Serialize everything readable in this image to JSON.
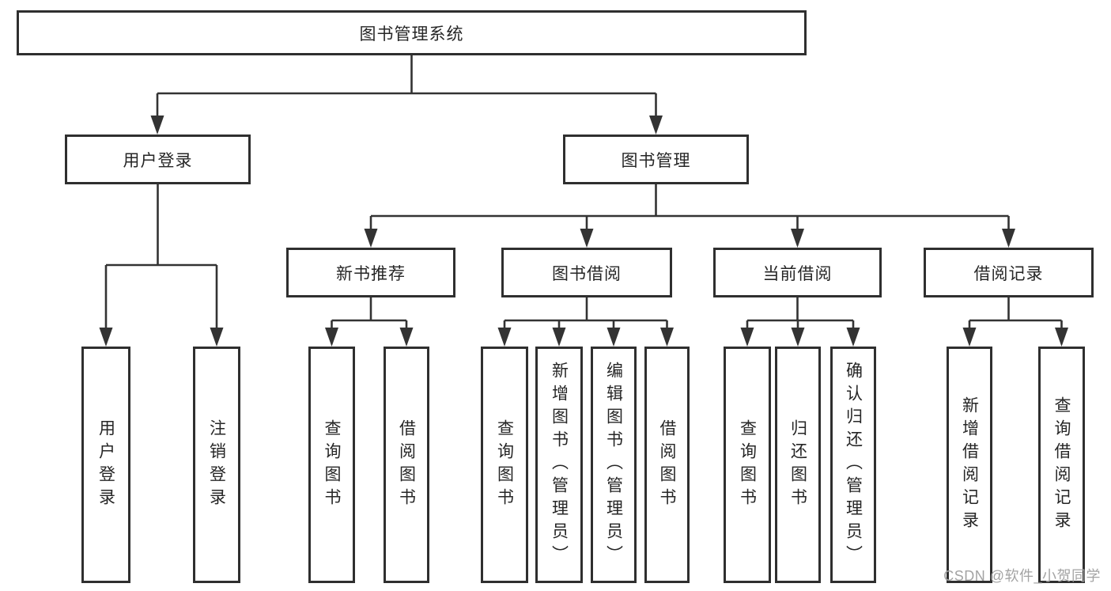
{
  "tree": {
    "label": "图书管理系统",
    "children": [
      {
        "label": "用户登录",
        "children": [
          {
            "label": "用户登录"
          },
          {
            "label": "注销登录"
          }
        ]
      },
      {
        "label": "图书管理",
        "children": [
          {
            "label": "新书推荐",
            "children": [
              {
                "label": "查询图书"
              },
              {
                "label": "借阅图书"
              }
            ]
          },
          {
            "label": "图书借阅",
            "children": [
              {
                "label": "查询图书"
              },
              {
                "label": "新增图书（管理员）"
              },
              {
                "label": "编辑图书（管理员）"
              },
              {
                "label": "借阅图书"
              }
            ]
          },
          {
            "label": "当前借阅",
            "children": [
              {
                "label": "查询图书"
              },
              {
                "label": "归还图书"
              },
              {
                "label": "确认归还（管理员）"
              }
            ]
          },
          {
            "label": "借阅记录",
            "children": [
              {
                "label": "新增借阅记录"
              },
              {
                "label": "查询借阅记录"
              }
            ]
          }
        ]
      }
    ]
  },
  "watermark": {
    "text": "CSDN @软件_小贺同学"
  },
  "colors": {
    "line": "#333333",
    "box_border": "#2f2f2f",
    "text": "#262626",
    "watermark": "#a3a3a3",
    "background": "#ffffff"
  }
}
